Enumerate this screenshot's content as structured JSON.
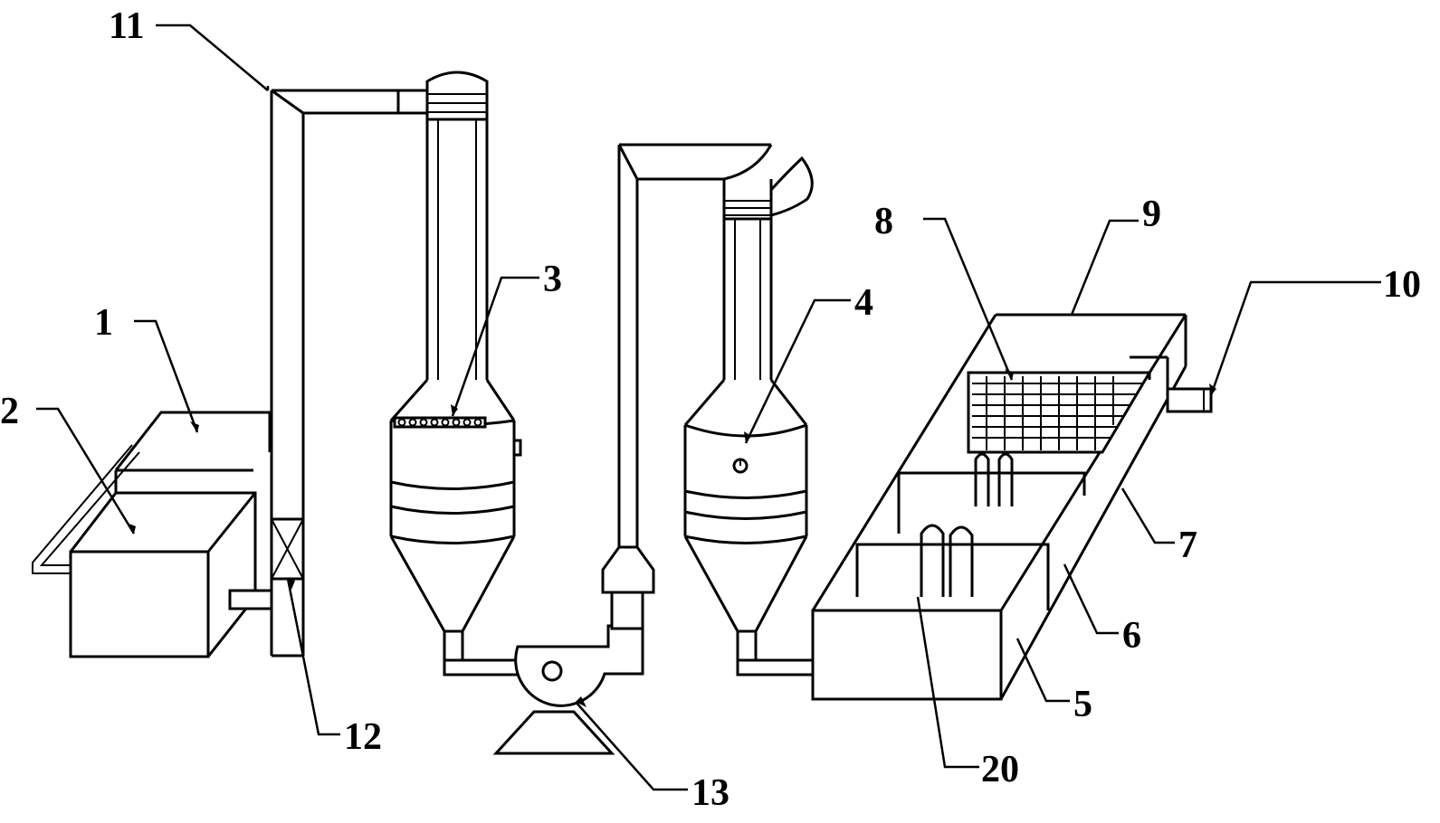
{
  "labels": {
    "l1": "1",
    "l2": "2",
    "l3": "3",
    "l4": "4",
    "l5": "5",
    "l6": "6",
    "l7": "7",
    "l8": "8",
    "l9": "9",
    "l10": "10",
    "l11": "11",
    "l12": "12",
    "l13": "13",
    "l20": "20"
  },
  "colors": {
    "line": "#000000",
    "background": "#ffffff"
  }
}
